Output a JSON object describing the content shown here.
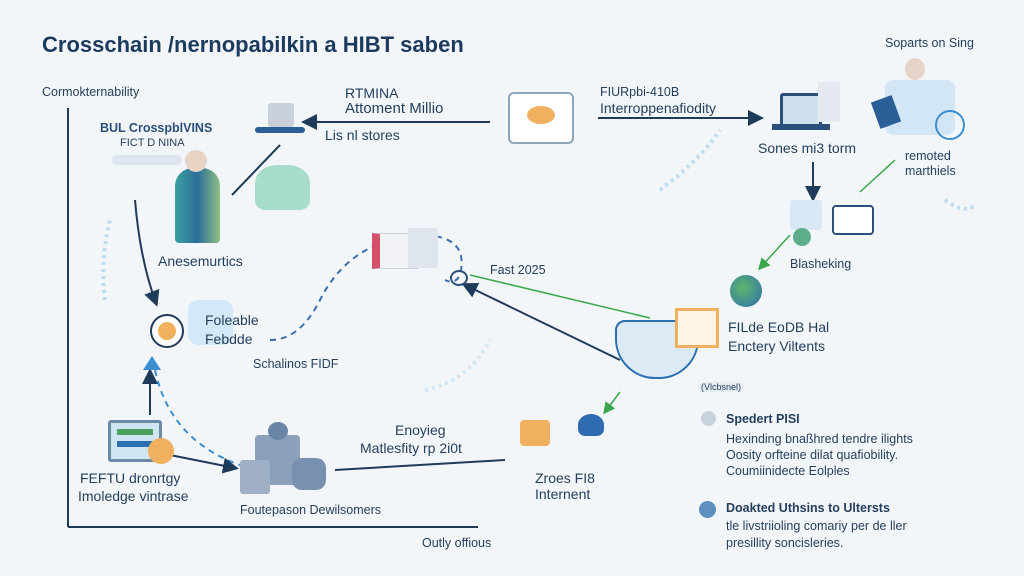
{
  "title": "Crosschain /nernopabilkin a HIBT saben",
  "axis": {
    "y_label": "Cormokternability",
    "x_label": "Outly offious"
  },
  "nodes": {
    "top_left": {
      "line1": "BUL CrosspblVINS",
      "line2": "FICT D NINA"
    },
    "person": {
      "label": "Anesemurtics"
    },
    "foleable": {
      "line1": "Foleable",
      "line2": "Febdde"
    },
    "schalinos": {
      "label": "Schalinos FIDF"
    },
    "monitor": {
      "line1": "FEFTU dronrtgy",
      "line2": "Imoledge vintrase"
    },
    "buildings": {
      "label": "Foutepason Dewilsomers"
    },
    "enoyieg": {
      "line1": "Enoyieg",
      "line2": "Matlesfity rp 2i0t"
    },
    "internet": {
      "line1": "Zroes FI8",
      "line2": "Internent"
    },
    "rtmina": {
      "line1": "RTMINA",
      "line2": "Attoment Millio",
      "line3": "Lis nl stores"
    },
    "interop": {
      "line1": "FIURpbi-410B",
      "line2": "Interroppenafiodity"
    },
    "laptop": {
      "label": "Sones mi3 torm"
    },
    "soparts": {
      "label": "Soparts on Sing"
    },
    "remoted": {
      "line1": "remoted",
      "line2": "marthiels"
    },
    "blasheking": {
      "label": "Blasheking"
    },
    "fast": {
      "label": "Fast 2025"
    },
    "filde": {
      "line1": "FILde EoDB Hal",
      "line2": "Enctery Viltents"
    },
    "vlcbsnel": {
      "label": "(Vlcbsnel)"
    }
  },
  "legend": [
    {
      "heading": "Spedert PISI",
      "lines": [
        "Hexinding bnaßhred tendre ilights",
        "Oosity orfteine dilat quafiobility.",
        "Coumiinidecte Eolples"
      ]
    },
    {
      "heading": "Doakted Uthsins to Ultersts",
      "lines": [
        "tle livstriioling comariy per de ller",
        "presillity soncisleries."
      ]
    }
  ],
  "colors": {
    "primary": "#1f3b5a",
    "accent_blue": "#3b8fd0",
    "green": "#3aa84a",
    "orange": "#f0b060"
  }
}
